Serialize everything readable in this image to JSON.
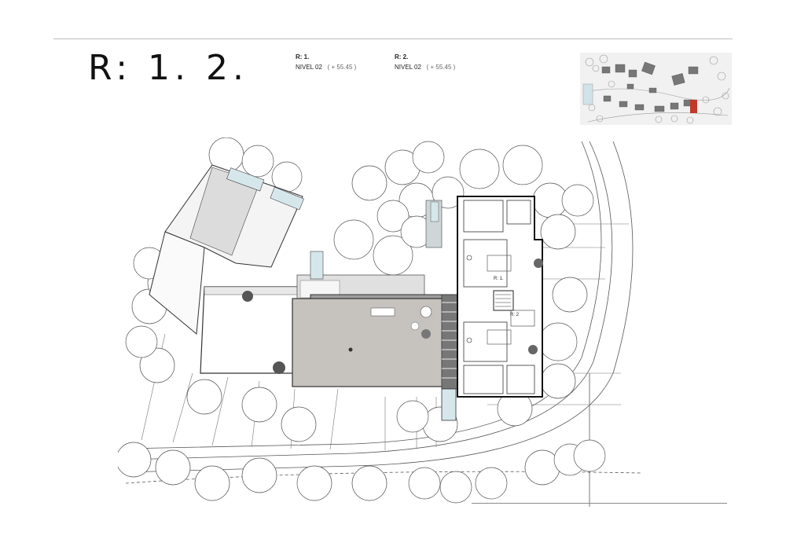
{
  "header": {
    "title": "R: 1. 2."
  },
  "units": [
    {
      "name": "R: 1.",
      "level": "NIVEL 02",
      "elevation": "( + 55.45 )"
    },
    {
      "name": "R: 2.",
      "level": "NIVEL 02",
      "elevation": "( + 55.45 )"
    }
  ],
  "plan_labels": {
    "r1": "R: 1.",
    "r2": "R: 2"
  },
  "colors": {
    "highlight": "#c0392b",
    "terrace_dark": "#9e9e9e",
    "terrace_mid": "#c6c3bf",
    "terrace_light": "#dedede"
  }
}
